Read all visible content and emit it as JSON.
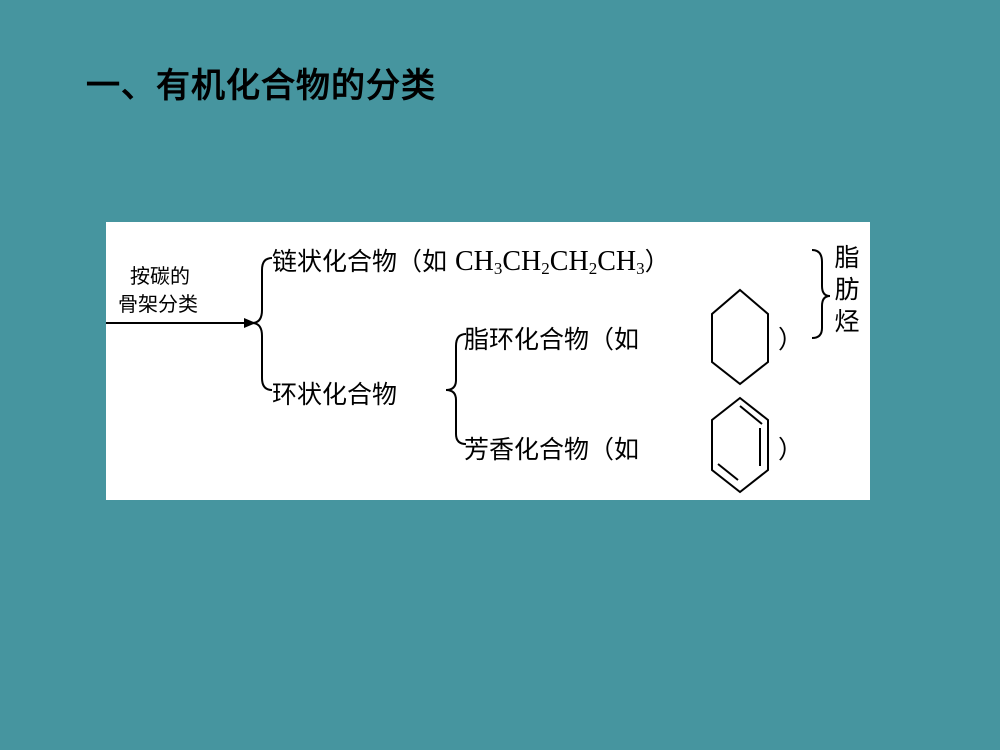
{
  "slide": {
    "title": "一、有机化合物的分类",
    "background_color": "#46959f"
  },
  "diagram": {
    "root_line1": "按碳的",
    "root_line2": "骨架分类",
    "chain": {
      "label": "链状化合物",
      "example_open": "（如 ",
      "example_close": "）",
      "formula": [
        {
          "atom": "CH",
          "sub": "3"
        },
        {
          "atom": "CH",
          "sub": "2"
        },
        {
          "atom": "CH",
          "sub": "2"
        },
        {
          "atom": "CH",
          "sub": "3"
        }
      ]
    },
    "cyclic": {
      "label": "环状化合物",
      "alicyclic": {
        "label": "脂环化合物（如",
        "close": "）",
        "structure_icon": "cyclohexane-ring-icon"
      },
      "aromatic": {
        "label": "芳香化合物（如",
        "close": "）",
        "structure_icon": "benzene-ring-icon"
      }
    },
    "aliphatic_group": {
      "chars": [
        "脂",
        "肪",
        "烃"
      ]
    }
  }
}
